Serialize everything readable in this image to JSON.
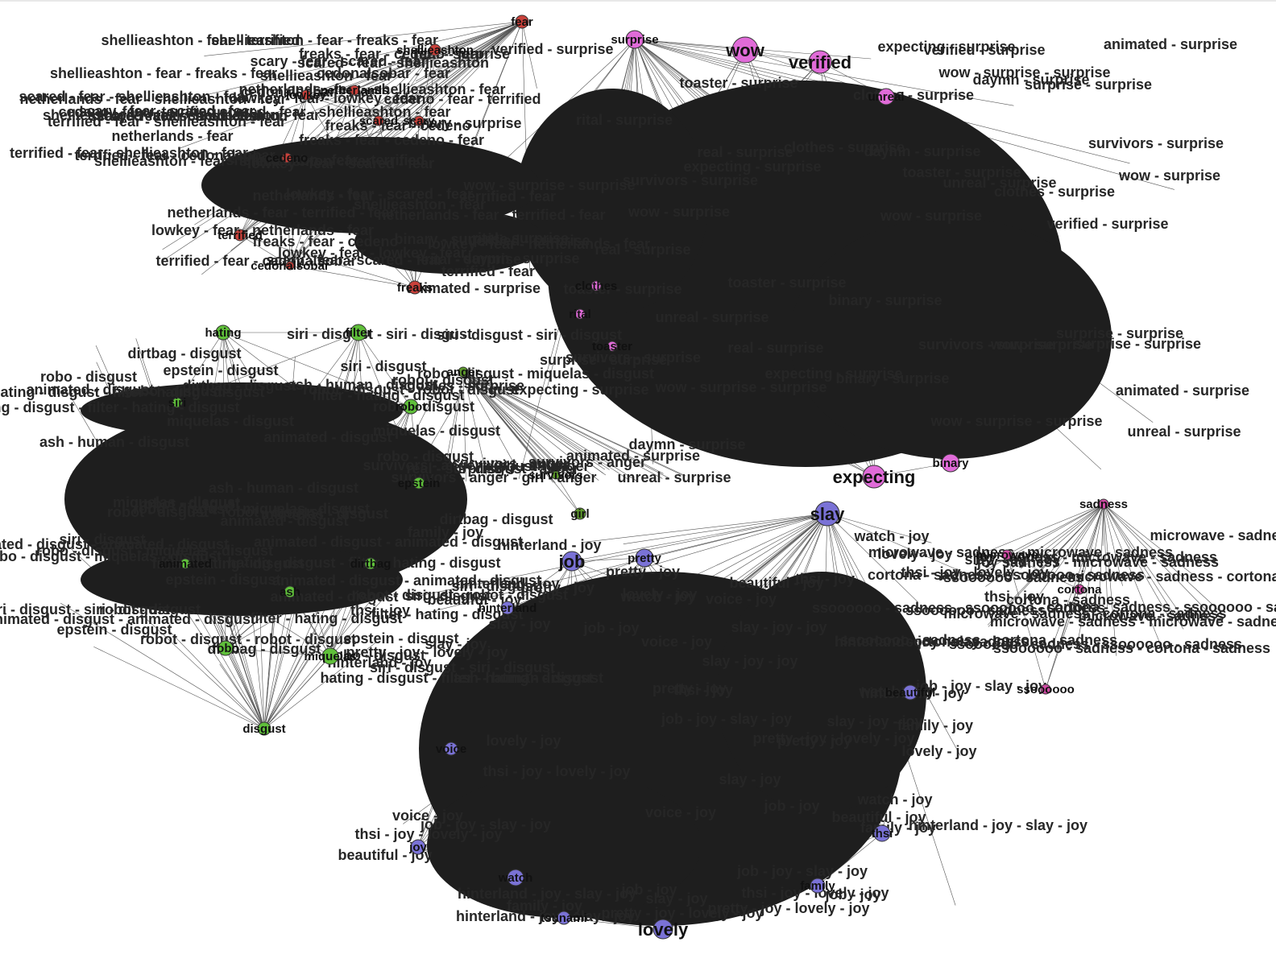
{
  "graph": {
    "colors": {
      "fear": "#c9413b",
      "surprise": "#e06bd8",
      "disgust": "#5fbf3a",
      "anger": "#5d9a2c",
      "joy": "#7a72d6",
      "sadness": "#d04ca5",
      "edge": "#555555",
      "label": "#262626",
      "background": "#ffffff"
    },
    "clusters": [
      {
        "name": "fear",
        "nodes": [
          "fear",
          "shellieashton",
          "freaks",
          "terrified",
          "netherlands",
          "lowkey",
          "scared",
          "scary",
          "cedeno",
          "cedonalsobar"
        ],
        "edge_labels": [
          "shellieashton - fear",
          "scared - fear - shellieashton - fear",
          "shellieashton - fear - shellieashton - fear",
          "netherlands - fear - shellieashton - fear",
          "lowkey - fear - scared - fear",
          "scary - fear - scared - fear",
          "terrified - fear - shellieashton - fear",
          "shellieashton - fear - freaks - fear",
          "scared - fear - shellieashton",
          "scary - fear - scared - fear",
          "netherlands - fear",
          "lowkey - fear - netherlands - fear",
          "shellieashton - fear - terrified",
          "terrified - fear",
          "netherlands - fear - terrified - fear",
          "lowkey - fear - lowkey - fear",
          "cedeno - fear - terrified",
          "freaks - fear - cedeno - fear",
          "freaks - fear - cedeno",
          "terrified - fear - cedonalsobar",
          "cedonalsobar - fear"
        ]
      },
      {
        "name": "surprise",
        "nodes": [
          "surprise",
          "wow",
          "verified",
          "expecting",
          "binary",
          "unreal",
          "rital",
          "toaster",
          "clothes"
        ],
        "edge_labels": [
          "wow - surprise",
          "surprise - surprise",
          "verified - surprise",
          "wow - surprise - surprise",
          "expecting - surprise",
          "binary - surprise",
          "unreal - surprise",
          "rital - surprise",
          "toaster - surprise",
          "clothes - surprise",
          "real - surprise",
          "daymn - surprise",
          "animated - surprise",
          "survivors - surprise"
        ]
      },
      {
        "name": "disgust",
        "nodes": [
          "disgust",
          "hating",
          "filter",
          "robo",
          "miquelas",
          "siri",
          "robot",
          "epstein",
          "animated",
          "ash",
          "dirtbag"
        ],
        "edge_labels": [
          "hating - disgust - filter - hating - disgust",
          "robot - disgust",
          "epstein - disgust",
          "filter - hating - disgust",
          "animated - disgust",
          "siri - disgust",
          "robot - disgust - robot - disgust",
          "animated - disgust - animated - disgust",
          "siri - disgust - siri - disgust",
          "robo - disgust - miquelas - disgust",
          "ash - human - disgust",
          "dirtbag - disgust",
          "miquelas - disgust",
          "robo - disgust"
        ]
      },
      {
        "name": "anger",
        "nodes": [
          "anger",
          "girl",
          "survivors"
        ],
        "edge_labels": [
          "survivors - anger",
          "survivors - anger - girl - anger",
          "disgust - anger"
        ]
      },
      {
        "name": "joy",
        "nodes": [
          "slay",
          "joy",
          "lovely",
          "job",
          "pretty",
          "hinterland",
          "beautiful",
          "thsi",
          "family",
          "watch",
          "voice",
          "tsunami"
        ],
        "edge_labels": [
          "job - joy - slay - joy",
          "hinterland - joy",
          "slay - joy - joy",
          "lovely - joy",
          "pretty - joy",
          "slay - joy",
          "job - joy",
          "beautiful - joy",
          "thsi - joy",
          "family - joy",
          "watch - joy",
          "voice - joy",
          "hinterland - joy - slay - joy",
          "pretty - joy - lovely - joy",
          "thsi - joy - lovely - joy"
        ]
      },
      {
        "name": "sadness",
        "nodes": [
          "sadness",
          "microwave",
          "cortona",
          "ssoooooo"
        ],
        "edge_labels": [
          "microwave - sadness",
          "cortona - sadness",
          "microwave - sadness - microwave - sadness",
          "microwave - sadness - cortona - sadness",
          "joy sadness - microwave - sadness",
          "ssoooooo - sadness - cortona - sadness",
          "ssoooooo - sadness",
          "cortona - sadness - ssoooooo - sadness",
          "ssoooooo - sadness - ssoooooo - sadness"
        ]
      }
    ]
  }
}
